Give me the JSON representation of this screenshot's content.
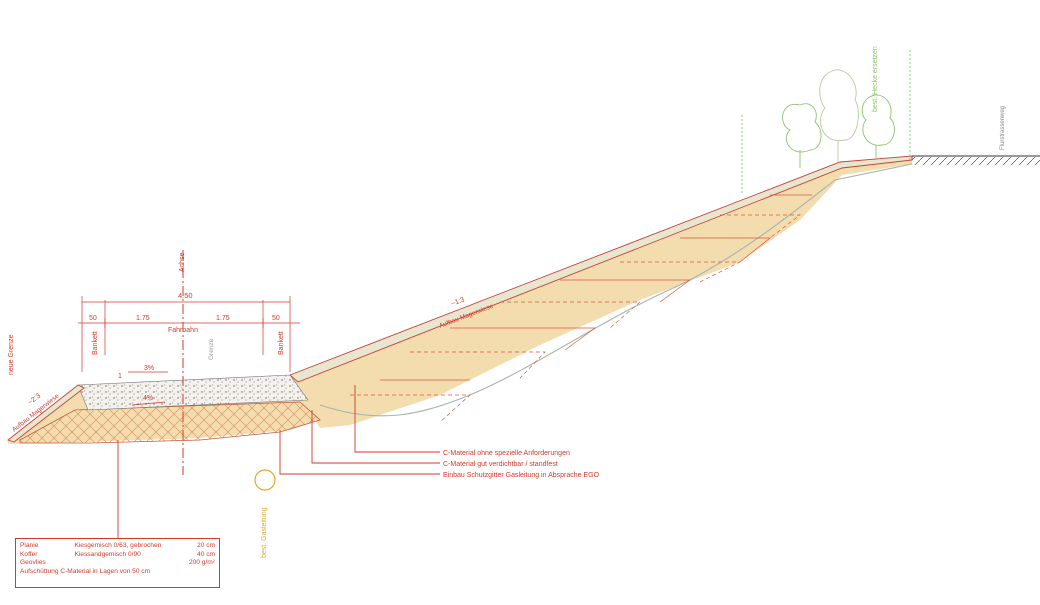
{
  "labels": {
    "achse": "Achse",
    "width_total": "4.50",
    "dim_50_left": "50",
    "dim_175_left": "1.75",
    "dim_175_right": "1.75",
    "dim_50_right": "50",
    "fahrbahn": "Fahrbahn",
    "bankett_left": "Bankett",
    "bankett_right": "Bankett",
    "grenze": "Grenze",
    "neue_grenze": "neue Grenze",
    "slope_left": "~2:3",
    "magerwiese_left": "Aufbau Magerwiese",
    "slope_right": "~1:3",
    "magerwiese_right": "Aufbau Magerwiese",
    "crossfall_3": "3%",
    "crossfall_4": "4%",
    "num_1": "1",
    "hecke": "best. Hecke ersetzen",
    "flurweg": "Flurstrassenweg",
    "gasleitung": "best. Gasleitung"
  },
  "callouts": [
    "C-Material ohne spezielle Anforderungen",
    "C-Material gut verdichtbar / standfest",
    "Einbau Schutzgitter Gasleitung in Absprache EGO"
  ],
  "legend": {
    "rows": [
      {
        "name": "Planie",
        "material": "Kiesgemisch 0/63, gebrochen",
        "value": "20 cm"
      },
      {
        "name": "Koffer",
        "material": "Kiessandgemisch 0/90",
        "value": "40 cm"
      },
      {
        "name": "Geovlies",
        "material": "",
        "value": "200 g/m²"
      }
    ],
    "footer": "Aufschüttung C-Material in Lagen von 50 cm"
  },
  "colors": {
    "accent_red": "#d43a2a",
    "fill_material": "#f3dcae",
    "top_soil": "#ecebd6",
    "tree_green": "#8fc26d",
    "gas_yellow": "#e3a82a"
  }
}
